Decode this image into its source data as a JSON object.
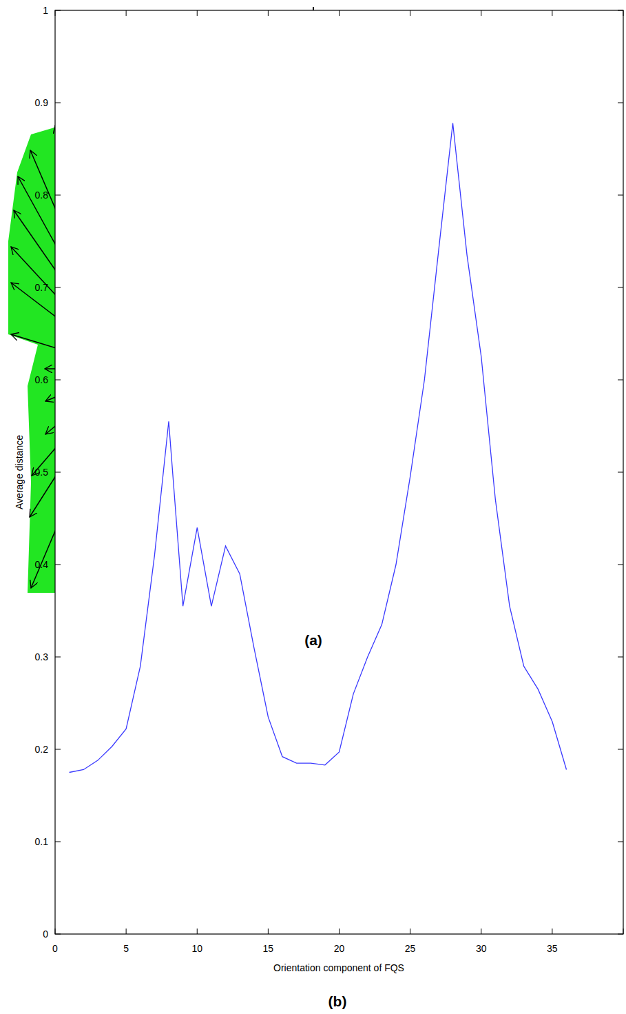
{
  "diagram": {
    "labels": [
      "(a)",
      "(b)",
      "0",
      "0.1",
      "0.2",
      "0.3",
      "0.4",
      "0.5",
      "0.6",
      "0.7",
      "0.8",
      "0.9",
      "1",
      "0",
      "5",
      "10",
      "15",
      "20",
      "25",
      "30",
      "35",
      "Average distance",
      "Orientation component of FQS"
    ]
  }
}
